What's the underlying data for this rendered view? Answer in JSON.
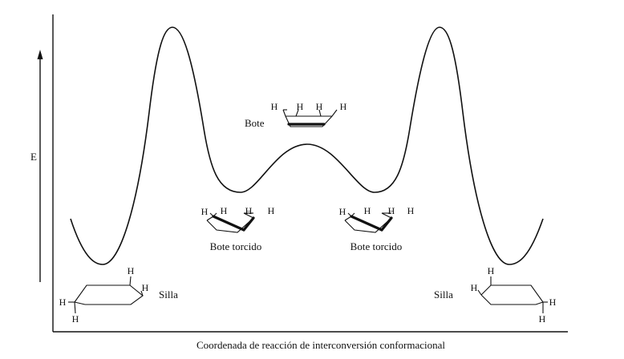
{
  "axes": {
    "x_label": "Coordenada de reacción de interconversión conformacional",
    "y_label": "E"
  },
  "conformers": {
    "silla_left": {
      "label": "Silla",
      "atoms": [
        "H",
        "H",
        "H",
        "H"
      ]
    },
    "bote_torcido_left": {
      "label": "Bote torcido",
      "atoms": [
        "H",
        "H",
        "H",
        "H"
      ]
    },
    "bote": {
      "label": "Bote",
      "atoms": [
        "H",
        "H",
        "H",
        "H"
      ]
    },
    "bote_torcido_right": {
      "label": "Bote torcido",
      "atoms": [
        "H",
        "H",
        "H",
        "H"
      ]
    },
    "silla_right": {
      "label": "Silla",
      "atoms": [
        "H",
        "H",
        "H",
        "H"
      ]
    }
  }
}
